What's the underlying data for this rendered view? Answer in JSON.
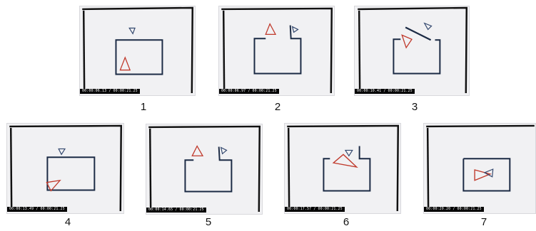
{
  "frames": [
    {
      "number": "1",
      "timecode": "00:00:06.13 / 00:00:21.25"
    },
    {
      "number": "2",
      "timecode": "00:00:06.97 / 00:00:21.25"
    },
    {
      "number": "3",
      "timecode": "00:00:10.41 / 00:00:21.25"
    },
    {
      "number": "4",
      "timecode": "00:00:13.49 / 00:00:21.25"
    },
    {
      "number": "5",
      "timecode": "00:00:14.65 / 00:00:21.25"
    },
    {
      "number": "6",
      "timecode": "00:00:17.57 / 00:00:21.25"
    },
    {
      "number": "7",
      "timecode": "00:00:20.20 / 00:00:21.25"
    }
  ],
  "colors": {
    "box": "#1b2a44",
    "large_triangle": "#c0392b",
    "small_triangle": "#33486e",
    "frame_background": "#f1f1f3"
  }
}
